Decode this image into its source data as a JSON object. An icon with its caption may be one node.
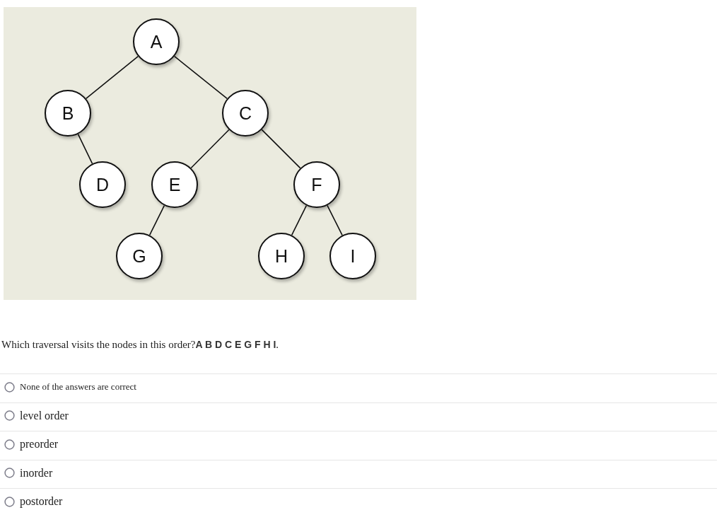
{
  "diagram": {
    "nodes": [
      {
        "text": [
          "A"
        ]
      },
      {
        "text": [
          "B"
        ]
      },
      {
        "text": [
          "C"
        ]
      },
      {
        "text": [
          "D"
        ]
      },
      {
        "text": [
          "E"
        ]
      },
      {
        "text": [
          "F"
        ]
      },
      {
        "text": [
          "G"
        ]
      },
      {
        "text": [
          "H"
        ]
      },
      {
        "text": [
          "I"
        ]
      }
    ],
    "edges": [
      {
        "from": 0,
        "to": 1,
        "arrow": "none"
      },
      {
        "from": 0,
        "to": 2,
        "arrow": "none"
      },
      {
        "from": 1,
        "to": 3,
        "arrow": "none"
      },
      {
        "from": 2,
        "to": 4,
        "arrow": "none"
      },
      {
        "from": 2,
        "to": 5,
        "arrow": "none"
      },
      {
        "from": 4,
        "to": 6,
        "arrow": "none"
      },
      {
        "from": 5,
        "to": 7,
        "arrow": "none"
      },
      {
        "from": 5,
        "to": 8,
        "arrow": "none"
      }
    ],
    "labels": [
      "Which traversal visits the nodes in this order?**A B D C E G F H I**.",
      "None of the answers are correct",
      "level order",
      "preorder",
      "inorder",
      "postorder"
    ]
  }
}
